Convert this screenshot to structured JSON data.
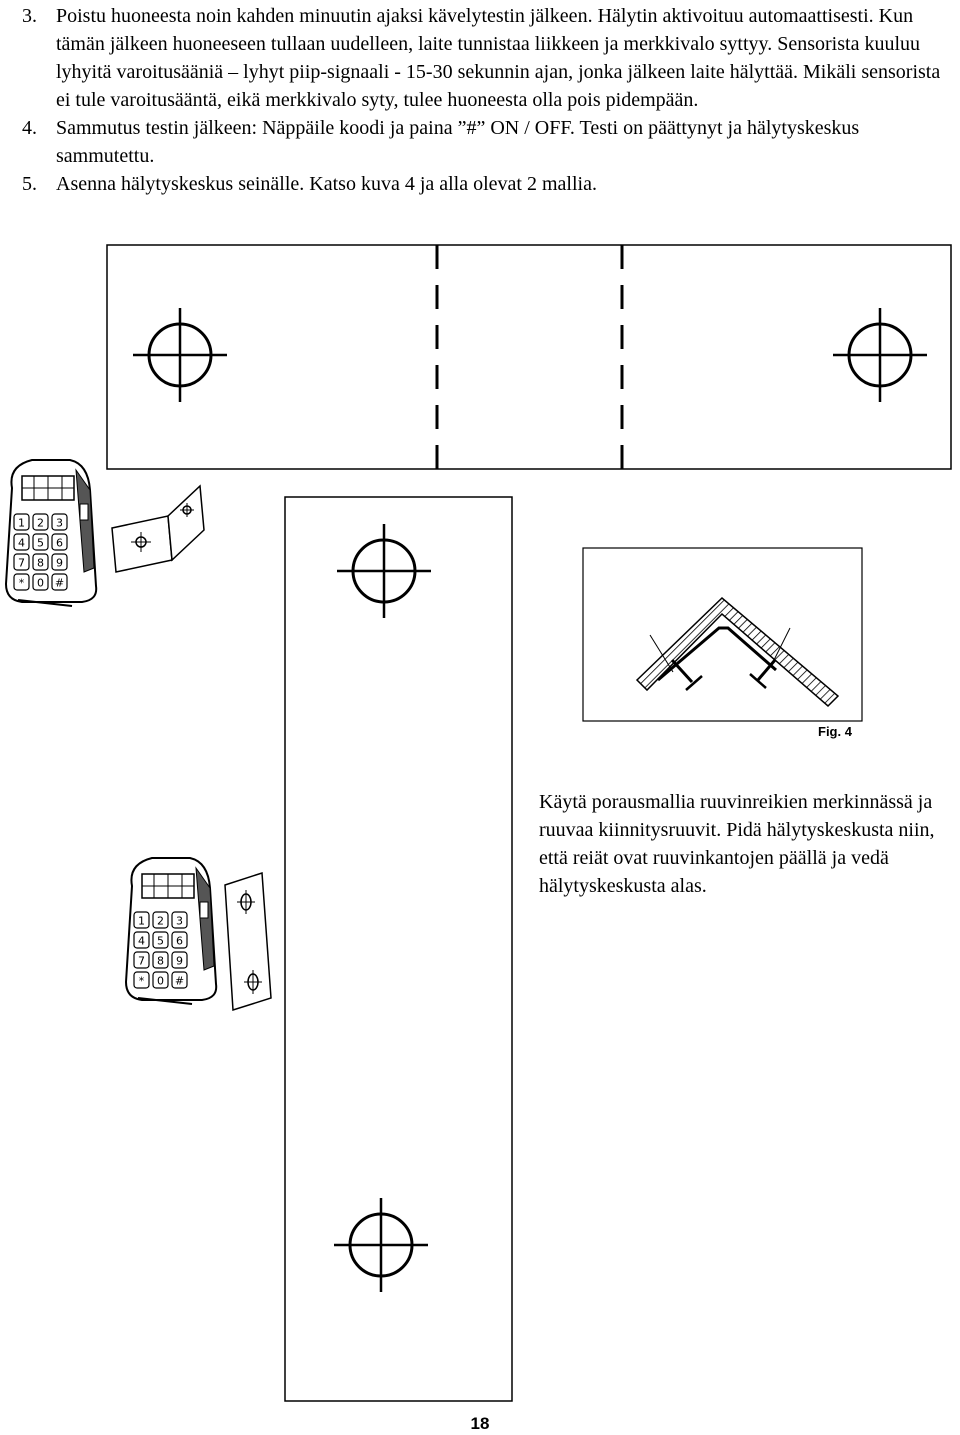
{
  "instructions": [
    {
      "number": "3.",
      "text": "Poistu huoneesta noin kahden minuutin ajaksi kävelytestin jälkeen. Hälytin aktivoituu automaattisesti. Kun tämän jälkeen huoneeseen tullaan uudelleen, laite tunnistaa liikkeen ja merkkivalo syttyy. Sensorista kuuluu lyhyitä varoitusääniä – lyhyt piip-signaali - 15-30 sekunnin ajan, jonka jälkeen laite hälyttää. Mikäli sensorista ei tule varoitusääntä, eikä merkkivalo syty, tulee huoneesta olla pois pidempään."
    },
    {
      "number": "4.",
      "text": "Sammutus testin jälkeen: Näppäile koodi ja paina ”#” ON / OFF. Testi on päättynyt ja hälytyskeskus sammutettu."
    },
    {
      "number": "5.",
      "text": "Asenna hälytyskeskus seinälle. Katso kuva 4 ja alla olevat 2 mallia."
    }
  ],
  "figure": {
    "label": "Fig. 4"
  },
  "keypad_keys": [
    "1",
    "2",
    "3",
    "4",
    "5",
    "6",
    "7",
    "8",
    "9",
    "*",
    "0",
    "#"
  ],
  "mounting_note": "Käytä porausmallia ruuvinreikien merkinnässä ja ruuvaa kiinnitysruuvit. Pidä hälytyskeskusta niin, että reiät ovat ruuvinkantojen päällä ja vedä hälytyskeskusta alas.",
  "page_number": "18"
}
